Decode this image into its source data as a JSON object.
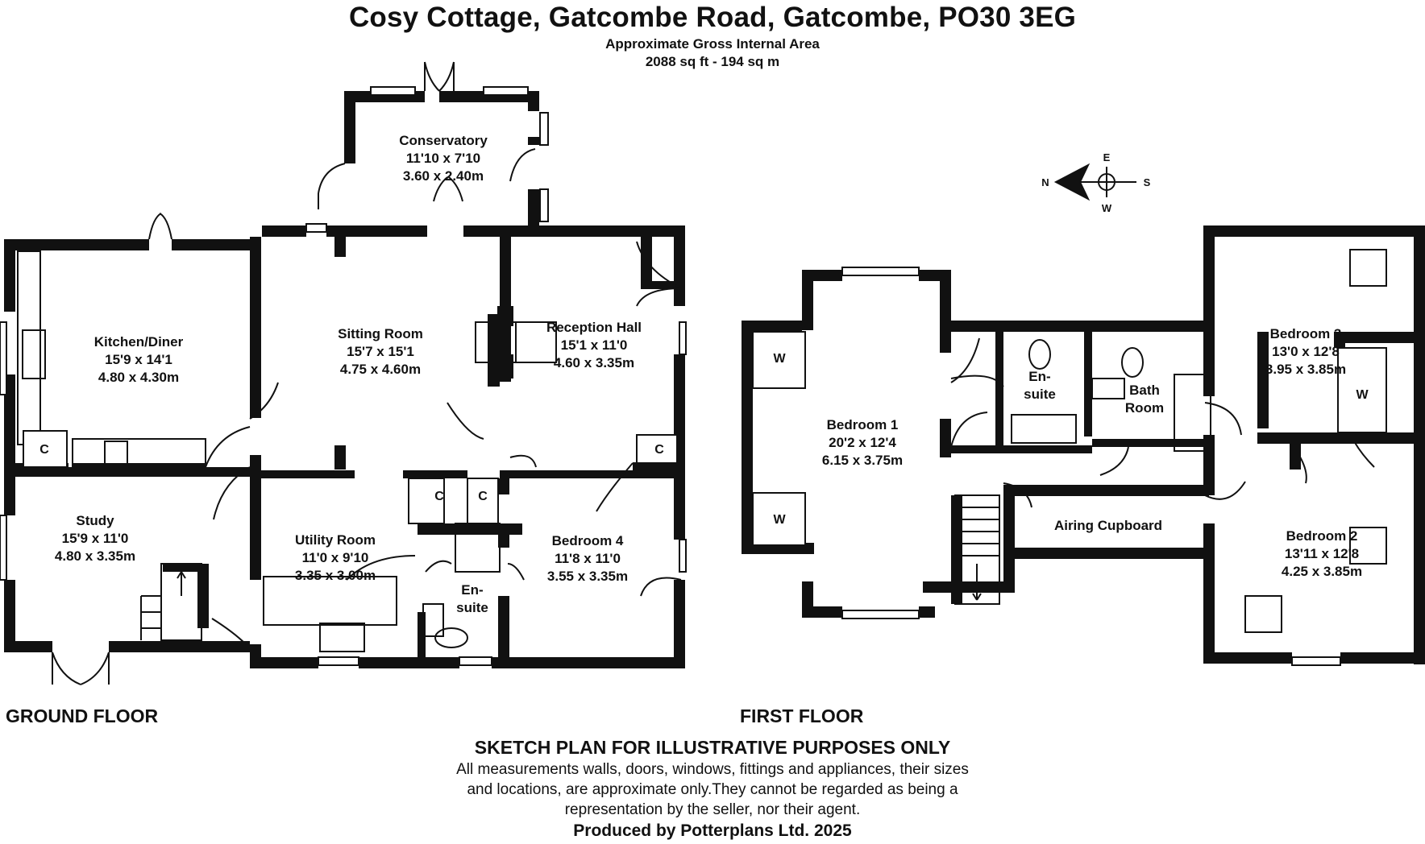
{
  "header": {
    "title": "Cosy Cottage, Gatcombe Road, Gatcombe, PO30 3EG",
    "area_label": "Approximate Gross Internal Area",
    "area_value": "2088 sq ft - 194 sq m"
  },
  "compass": {
    "north": "N",
    "east": "E",
    "south": "S",
    "west": "W"
  },
  "floors": {
    "ground": {
      "label": "GROUND FLOOR",
      "rooms": {
        "conservatory": {
          "name": "Conservatory",
          "imperial": "11'10 x 7'10",
          "metric": "3.60 x 2.40m"
        },
        "kitchen": {
          "name": "Kitchen/Diner",
          "imperial": "15'9 x 14'1",
          "metric": "4.80 x 4.30m"
        },
        "sitting": {
          "name": "Sitting Room",
          "imperial": "15'7 x 15'1",
          "metric": "4.75 x 4.60m"
        },
        "reception": {
          "name": "Reception Hall",
          "imperial": "15'1 x 11'0",
          "metric": "4.60 x 3.35m"
        },
        "study": {
          "name": "Study",
          "imperial": "15'9 x 11'0",
          "metric": "4.80 x 3.35m"
        },
        "utility": {
          "name": "Utility Room",
          "imperial": "11'0 x 9'10",
          "metric": "3.35 x 3.00m"
        },
        "bedroom4": {
          "name": "Bedroom 4",
          "imperial": "11'8 x 11'0",
          "metric": "3.55 x 3.35m"
        },
        "ensuite": {
          "line1": "En-",
          "line2": "suite"
        }
      },
      "cupboard": "C"
    },
    "first": {
      "label": "FIRST FLOOR",
      "rooms": {
        "bedroom1": {
          "name": "Bedroom 1",
          "imperial": "20'2 x 12'4",
          "metric": "6.15 x 3.75m"
        },
        "bedroom2": {
          "name": "Bedroom 2",
          "imperial": "13'11 x 12'8",
          "metric": "4.25 x 3.85m"
        },
        "bedroom3": {
          "name": "Bedroom 3",
          "imperial": "13'0 x 12'8",
          "metric": "3.95 x 3.85m"
        },
        "ensuite": {
          "line1": "En-",
          "line2": "suite"
        },
        "bathroom": {
          "line1": "Bath",
          "line2": "Room"
        },
        "airing": {
          "name": "Airing Cupboard"
        }
      },
      "wardrobe": "W"
    }
  },
  "disclaimer": {
    "heading": "SKETCH PLAN FOR ILLUSTRATIVE PURPOSES ONLY",
    "line1": "All measurements walls, doors, windows, fittings and appliances, their sizes",
    "line2": "and locations, are approximate only.They cannot be regarded as being a",
    "line3": "representation by the seller, nor their agent."
  },
  "footer": {
    "producer": "Produced by Potterplans Ltd. 2025"
  }
}
